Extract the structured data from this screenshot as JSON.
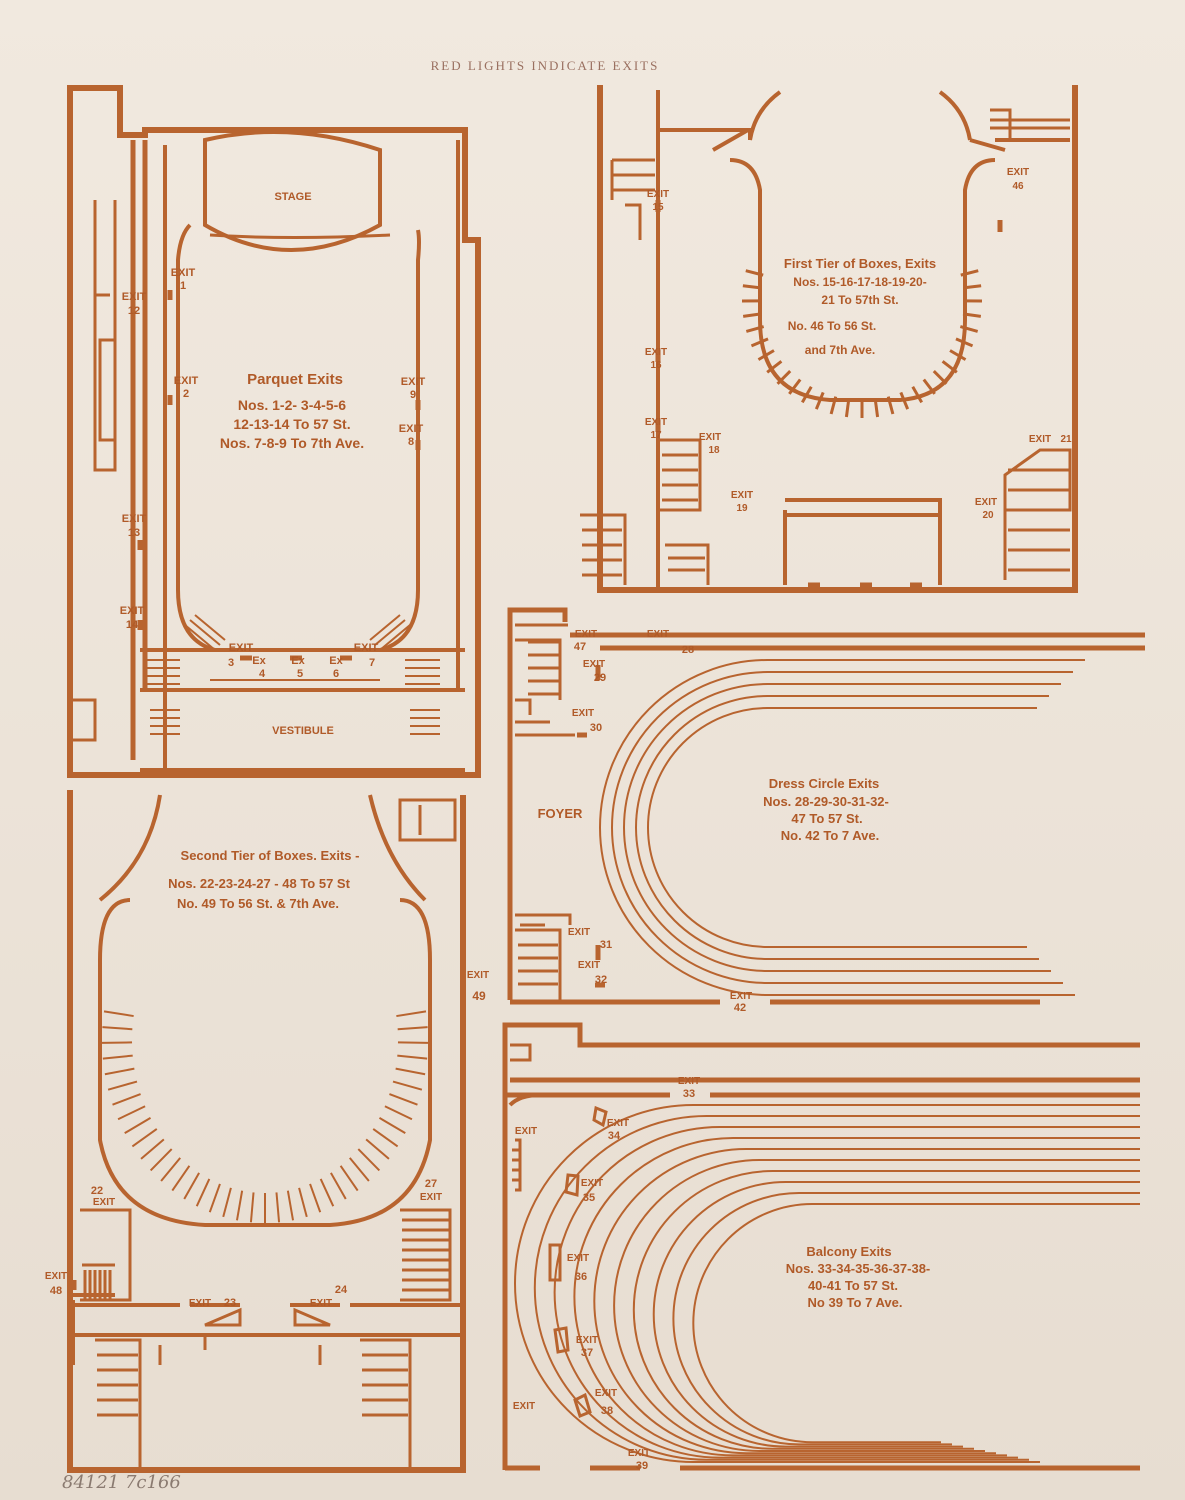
{
  "header": "RED LIGHTS INDICATE EXITS",
  "colors": {
    "ink": "#b8642f",
    "paper": "#ece4da"
  },
  "handwritten_note": "84121 7c166",
  "parquet": {
    "stage": "STAGE",
    "vestibule": "VESTIBULE",
    "title": "Parquet Exits",
    "lines": [
      "Nos. 1-2- 3-4-5-6",
      "12-13-14 To 57 St.",
      "Nos. 7-8-9 To 7th Ave."
    ],
    "exits": [
      {
        "label": "EXIT",
        "num": "1"
      },
      {
        "label": "EXIT",
        "num": "2"
      },
      {
        "label": "EXIT",
        "num": "12"
      },
      {
        "label": "EXIT",
        "num": "13"
      },
      {
        "label": "EXIT",
        "num": "14"
      },
      {
        "label": "EXIT",
        "num": "9"
      },
      {
        "label": "EXIT",
        "num": "8"
      },
      {
        "label": "EXIT",
        "num": "3"
      },
      {
        "label": "Ex",
        "num": "4"
      },
      {
        "label": "Ex",
        "num": "5"
      },
      {
        "label": "Ex",
        "num": "6"
      },
      {
        "label": "EXIT",
        "num": "7"
      }
    ]
  },
  "first_tier": {
    "title": "First Tier of Boxes, Exits",
    "lines": [
      "Nos. 15-16-17-18-19-20-",
      "21 To 57th St.",
      "No. 46 To 56 St.",
      "and 7th Ave."
    ],
    "exits": [
      {
        "label": "EXIT",
        "num": "15"
      },
      {
        "label": "EXIT",
        "num": "16"
      },
      {
        "label": "EXIT",
        "num": "17"
      },
      {
        "label": "EXIT",
        "num": "18"
      },
      {
        "label": "EXIT",
        "num": "19"
      },
      {
        "label": "EXIT",
        "num": "46"
      },
      {
        "label": "EXIT",
        "num": "21"
      },
      {
        "label": "EXIT",
        "num": "20"
      }
    ]
  },
  "second_tier": {
    "title": "Second Tier of Boxes. Exits -",
    "lines": [
      "Nos. 22-23-24-27 - 48 To 57 St",
      "No. 49 To 56 St. & 7th Ave."
    ],
    "exits": [
      {
        "label": "EXIT",
        "num": "49"
      },
      {
        "label": "EXIT",
        "num": "22"
      },
      {
        "label": "EXIT",
        "num": "27"
      },
      {
        "label": "EXIT",
        "num": "48"
      },
      {
        "label": "EXIT",
        "num": "23"
      },
      {
        "label": "EXIT",
        "num": "24"
      }
    ]
  },
  "dress_circle": {
    "foyer": "FOYER",
    "title": "Dress Circle Exits",
    "lines": [
      "Nos. 28-29-30-31-32-",
      "47 To 57 St.",
      "No. 42 To 7 Ave."
    ],
    "exits": [
      {
        "label": "EXIT",
        "num": "47"
      },
      {
        "label": "EXIT",
        "num": "28"
      },
      {
        "label": "EXIT",
        "num": "29"
      },
      {
        "label": "EXIT",
        "num": "30"
      },
      {
        "label": "EXIT",
        "num": "31"
      },
      {
        "label": "EXIT",
        "num": "32"
      },
      {
        "label": "EXIT",
        "num": "42"
      }
    ]
  },
  "balcony": {
    "title": "Balcony Exits",
    "lines": [
      "Nos. 33-34-35-36-37-38-",
      "40-41 To 57 St.",
      "No 39 To 7 Ave."
    ],
    "exits": [
      {
        "label": "EXIT",
        "num": "33"
      },
      {
        "label": "EXIT",
        "num": "34"
      },
      {
        "label": "EXIT",
        "num": "35"
      },
      {
        "label": "EXIT",
        "num": "36"
      },
      {
        "label": "EXIT",
        "num": "37"
      },
      {
        "label": "EXIT",
        "num": "38"
      },
      {
        "label": "EXIT",
        "num": "39"
      },
      {
        "label": "EXIT",
        "num": ""
      },
      {
        "label": "EXIT",
        "num": ""
      }
    ]
  }
}
